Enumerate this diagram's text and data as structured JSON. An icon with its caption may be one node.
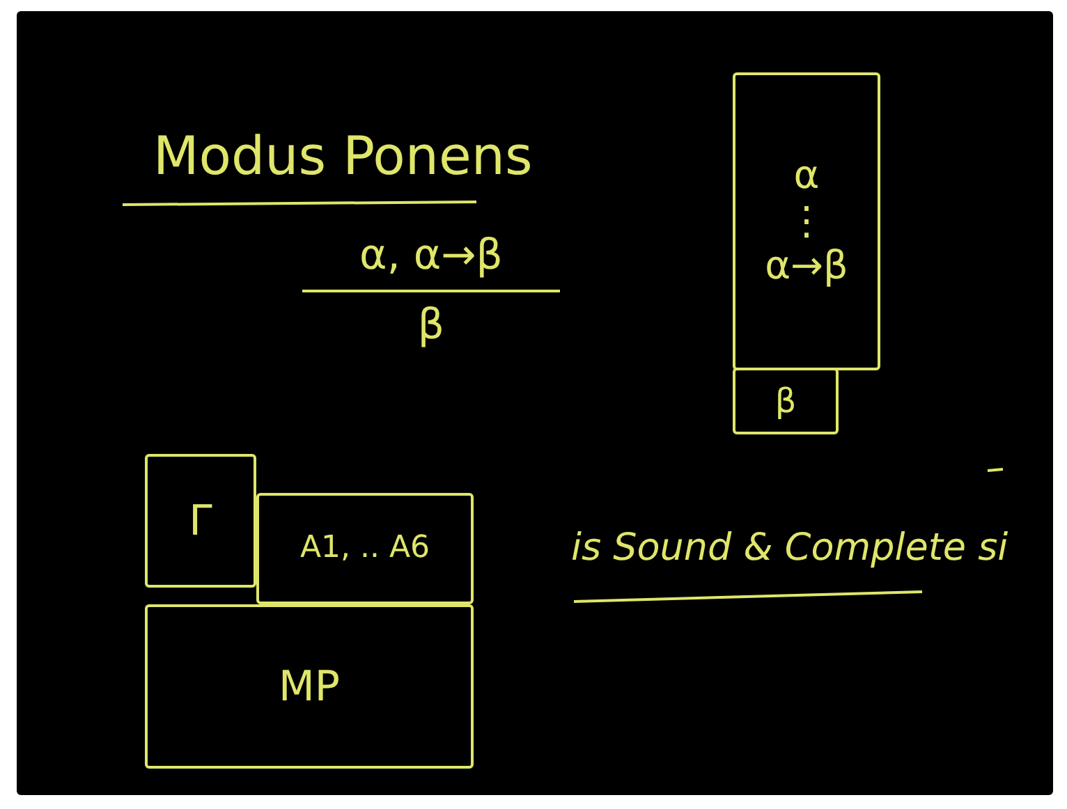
{
  "diagram": {
    "title": "Modus Ponens",
    "nodes": [
      {
        "text": [
          "α",
          "⋮",
          "α→β"
        ]
      },
      {
        "text": [
          "β"
        ]
      },
      {
        "text": [
          "Γ"
        ]
      },
      {
        "text": [
          "A1, .. A6"
        ]
      },
      {
        "text": [
          "MP"
        ]
      }
    ],
    "labels": [
      "α, α→β",
      "β",
      "is Sound & Complete si"
    ]
  }
}
